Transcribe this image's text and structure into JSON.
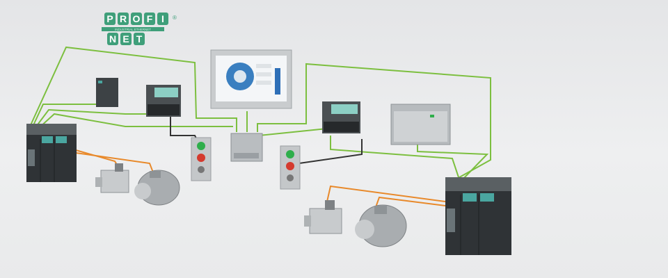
{
  "logo": {
    "top_letters": [
      "P",
      "R",
      "O",
      "F",
      "I"
    ],
    "bottom_letters": [
      "N",
      "E",
      "T"
    ],
    "tagline": "INDUSTRIAL ETHERNET",
    "registered": "®",
    "color": "#3f9f7a"
  },
  "colors": {
    "profinet_cable": "#7cbf3f",
    "drive_cable": "#e8892a",
    "io_cable": "#333333",
    "device_body": "#2f3336",
    "device_accent": "#4aa6a0"
  },
  "devices": [
    {
      "type": "drive",
      "name": "drive-left"
    },
    {
      "type": "drive",
      "name": "drive-right"
    },
    {
      "type": "controller",
      "name": "plc-small"
    },
    {
      "type": "io-station",
      "name": "io-station-left"
    },
    {
      "type": "io-station",
      "name": "io-station-right"
    },
    {
      "type": "hmi-panel",
      "name": "hmi-panel"
    },
    {
      "type": "switch",
      "name": "network-switch"
    },
    {
      "type": "push-button-station",
      "name": "button-station-left"
    },
    {
      "type": "push-button-station",
      "name": "button-station-right"
    },
    {
      "type": "controller",
      "name": "plc-large"
    },
    {
      "type": "servo-motor",
      "name": "servo-motor-left"
    },
    {
      "type": "induction-motor",
      "name": "induction-motor-left"
    },
    {
      "type": "servo-motor",
      "name": "servo-motor-right"
    },
    {
      "type": "induction-motor",
      "name": "induction-motor-right"
    }
  ]
}
